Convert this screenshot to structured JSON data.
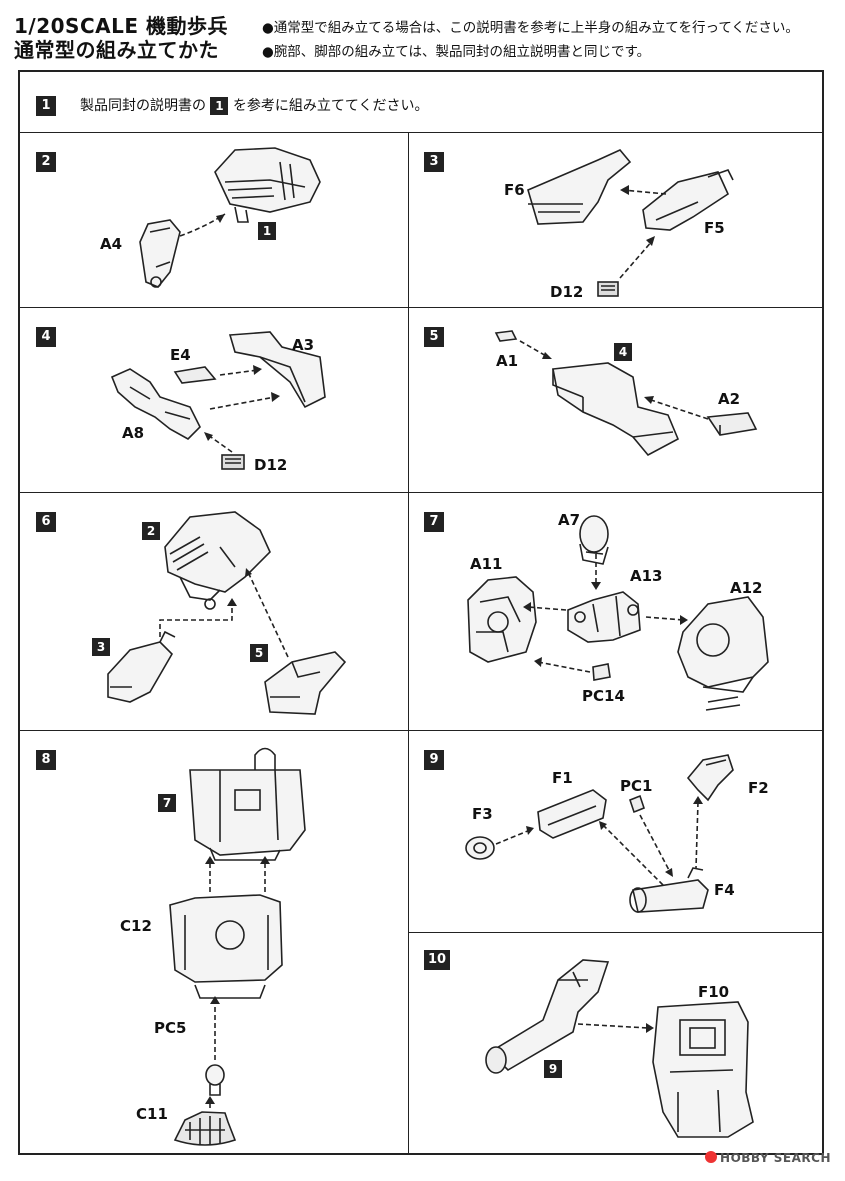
{
  "header": {
    "title_line1": "1/20SCALE 機動歩兵",
    "title_line2": "通常型の組み立てかた",
    "note1": "●通常型で組み立てる場合は、この説明書を参考に上半身の組み立てを行ってください。",
    "note2": "●腕部、脚部の組み立ては、製品同封の組立説明書と同じです。"
  },
  "steps": {
    "s1": {
      "num": "1",
      "text_before": "製品同封の説明書の",
      "ref": "1",
      "text_after": "を参考に組み立ててください。"
    },
    "s2": {
      "num": "2",
      "parts": [
        "A4"
      ],
      "ref": "1"
    },
    "s3": {
      "num": "3",
      "parts": [
        "F6",
        "F5",
        "D12"
      ]
    },
    "s4": {
      "num": "4",
      "parts": [
        "E4",
        "A3",
        "A8",
        "D12"
      ]
    },
    "s5": {
      "num": "5",
      "parts": [
        "A1",
        "A2"
      ],
      "ref": "4"
    },
    "s6": {
      "num": "6",
      "refs": [
        "2",
        "3",
        "5"
      ]
    },
    "s7": {
      "num": "7",
      "parts": [
        "A7",
        "A11",
        "A13",
        "A12",
        "PC14"
      ]
    },
    "s8": {
      "num": "8",
      "parts": [
        "C12",
        "PC5",
        "C11"
      ],
      "ref": "7"
    },
    "s9": {
      "num": "9",
      "parts": [
        "F1",
        "PC1",
        "F2",
        "F3",
        "F4"
      ]
    },
    "s10": {
      "num": "10",
      "parts": [
        "F10"
      ],
      "ref": "9"
    }
  },
  "watermark": "HOBBY SEARCH"
}
